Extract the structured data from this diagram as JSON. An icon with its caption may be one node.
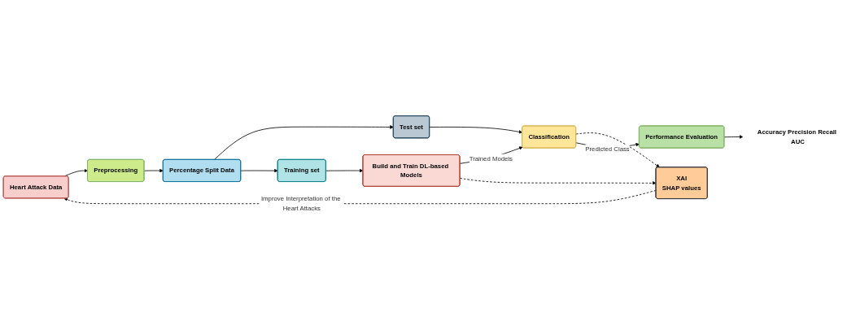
{
  "diagram": {
    "nodes": [
      {
        "text": [
          "Heart Attack Data"
        ]
      },
      {
        "text": [
          "Preprocessing"
        ]
      },
      {
        "text": [
          "Percentage Split Data"
        ]
      },
      {
        "text": [
          "Test set"
        ]
      },
      {
        "text": [
          "Training set"
        ]
      },
      {
        "text": [
          "Build and Train DL-based Models"
        ]
      },
      {
        "text": [
          "XAI",
          "SHAP values"
        ]
      },
      {
        "text": [
          "Classification"
        ]
      },
      {
        "text": [
          "Performance Evaluation"
        ]
      },
      {
        "text": [
          "Accuracy Precision Recall AUC"
        ]
      }
    ],
    "edges": [
      {
        "from": 0,
        "to": 1,
        "arrow": "to"
      },
      {
        "from": 1,
        "to": 2,
        "arrow": "to"
      },
      {
        "from": 2,
        "to": 3,
        "arrow": "to"
      },
      {
        "from": 2,
        "to": 4,
        "arrow": "to"
      },
      {
        "from": 4,
        "to": 5,
        "arrow": "to"
      },
      {
        "from": 3,
        "to": 7,
        "arrow": "to"
      },
      {
        "from": 5,
        "to": 7,
        "arrow": "to",
        "label": "Trained Models"
      },
      {
        "from": 5,
        "to": 6,
        "arrow": "to",
        "style": "dashed"
      },
      {
        "from": 7,
        "to": 6,
        "arrow": "to",
        "style": "dashed"
      },
      {
        "from": 6,
        "to": 0,
        "arrow": "to",
        "style": "dashed",
        "label": "Improve Interpretation of the Heart Attacks"
      },
      {
        "from": 7,
        "to": 8,
        "arrow": "to",
        "label": "Predicted Class"
      },
      {
        "from": 8,
        "to": 9,
        "arrow": "to"
      }
    ]
  }
}
